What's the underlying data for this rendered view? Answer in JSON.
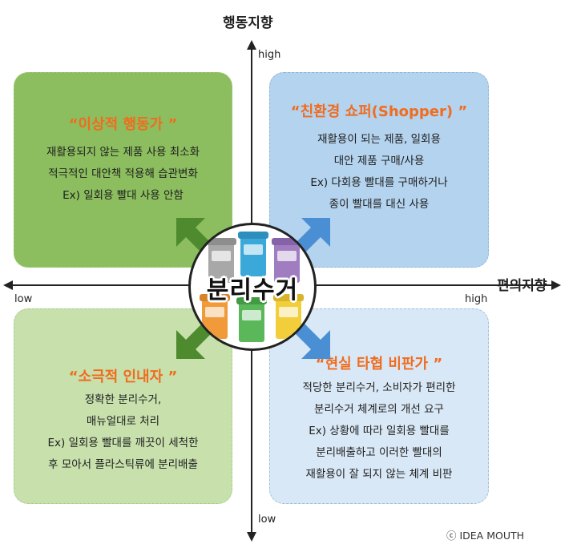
{
  "axes": {
    "y_title": "행동지향",
    "x_title": "편의지향",
    "y_high": "high",
    "y_low": "low",
    "x_low": "low",
    "x_high": "high"
  },
  "quadrants": {
    "top_left": {
      "title": "“이상적 행동가 ”",
      "lines": [
        "재활용되지 않는 제품 사용 최소화",
        "적극적인 대안책 적용해 습관변화",
        "Ex) 일회용 빨대 사용 안함"
      ],
      "color": "#8cbe5f"
    },
    "top_right": {
      "title": "“친환경 쇼퍼(Shopper) ”",
      "lines": [
        "재활용이 되는 제품, 일회용",
        "대안 제품 구매/사용",
        "Ex) 다회용 빨대를 구매하거나",
        "종이 빨대를 대신 사용"
      ],
      "color": "#b4d3ee"
    },
    "bottom_left": {
      "title": "“소극적 인내자 ”",
      "lines": [
        "정확한 분리수거,",
        "매뉴얼대로 처리",
        "Ex) 일회용 빨대를 깨끗이 세척한",
        "후 모아서 플라스틱류에 분리배출"
      ],
      "color": "#c7e0ac"
    },
    "bottom_right": {
      "title": "“현실 타협 비판가 ”",
      "lines": [
        "적당한 분리수거, 소비자가 편리한",
        "분리수거 체계로의 개선 요구",
        "Ex) 상황에 따라 일회용 빨대를",
        "분리배출하고 이러한 빨대의",
        "재활용이 잘 되지 않는 체계 비판"
      ],
      "color": "#d9e8f6"
    }
  },
  "center": {
    "label": "분리수거"
  },
  "colors": {
    "title_accent": "#f06c1e",
    "arrow_green": "#4e8a2e",
    "arrow_blue": "#4a8fd4"
  },
  "copyright": "ⓒ IDEA MOUTH"
}
